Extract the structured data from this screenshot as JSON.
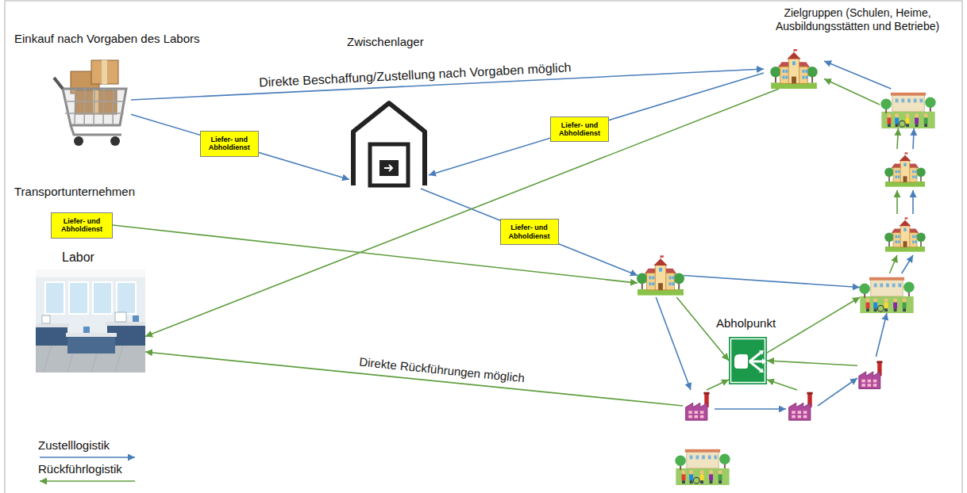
{
  "diagram": {
    "nodes": [
      {
        "text": [
          "Einkauf nach Vorgaben des Labors"
        ]
      },
      {
        "text": [
          "Zwischenlager"
        ]
      },
      {
        "text": [
          "Zielgruppen (Schulen, Heime, Ausbildungsstätten und Betriebe)"
        ]
      },
      {
        "text": [
          "Transportunternehmen",
          "Liefer- und Abholdienst"
        ]
      },
      {
        "text": [
          "Labor"
        ]
      },
      {
        "text": []
      },
      {
        "text": [
          "Abholpunkt"
        ]
      },
      {
        "text": []
      },
      {
        "text": []
      },
      {
        "text": []
      },
      {
        "text": []
      },
      {
        "text": []
      },
      {
        "text": []
      },
      {
        "text": []
      }
    ],
    "edges": [
      {
        "from": 0,
        "to": 2,
        "arrow": "to",
        "label": "Direkte Beschaffung/Zustellung nach Vorgaben möglich"
      },
      {
        "from": 0,
        "to": 1,
        "arrow": "to",
        "label": "Liefer- und Abholdienst"
      },
      {
        "from": 2,
        "to": 1,
        "arrow": "to",
        "label": "Liefer- und Abholdienst"
      },
      {
        "from": 1,
        "to": 5,
        "arrow": "to",
        "label": "Liefer- und Abholdienst"
      },
      {
        "from": 2,
        "to": 4,
        "arrow": "to"
      },
      {
        "from": 3,
        "to": 5,
        "arrow": "to"
      },
      {
        "from": 12,
        "to": 4,
        "arrow": "to",
        "label": "Direkte Rückführungen möglich"
      },
      {
        "from": 5,
        "to": 10,
        "arrow": "to"
      },
      {
        "from": 5,
        "to": 12,
        "arrow": "to"
      },
      {
        "from": 5,
        "to": 6,
        "arrow": "to"
      },
      {
        "from": 12,
        "to": 6,
        "arrow": "to"
      },
      {
        "from": 12,
        "to": 13,
        "arrow": "to"
      },
      {
        "from": 13,
        "to": 6,
        "arrow": "to"
      },
      {
        "from": 13,
        "to": 11,
        "arrow": "to"
      },
      {
        "from": 11,
        "to": 6,
        "arrow": "to"
      },
      {
        "from": 11,
        "to": 10,
        "arrow": "to"
      },
      {
        "from": 6,
        "to": 10,
        "arrow": "to"
      },
      {
        "from": 10,
        "to": 9,
        "arrow": "to"
      },
      {
        "from": 10,
        "to": 9,
        "arrow": "to"
      },
      {
        "from": 9,
        "to": 8,
        "arrow": "to"
      },
      {
        "from": 9,
        "to": 8,
        "arrow": "to"
      },
      {
        "from": 8,
        "to": 7,
        "arrow": "to"
      },
      {
        "from": 8,
        "to": 7,
        "arrow": "to"
      },
      {
        "from": 7,
        "to": 2,
        "arrow": "to"
      },
      {
        "from": 7,
        "to": 2,
        "arrow": "to"
      }
    ],
    "legend": [
      {
        "text": "Zustelllogistik"
      },
      {
        "text": "Rückführlogistik"
      }
    ]
  }
}
